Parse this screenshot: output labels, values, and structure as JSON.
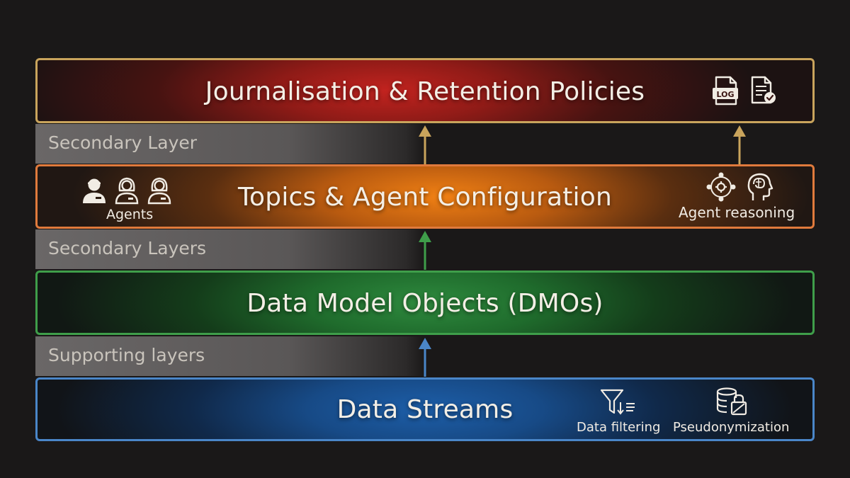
{
  "layers": {
    "journalisation": {
      "title": "Journalisation & Retention Policies",
      "icons": [
        "log-file-icon",
        "document-check-icon"
      ]
    },
    "topics": {
      "title": "Topics & Agent Configuration",
      "agents_caption": "Agents",
      "reasoning_caption": "Agent reasoning",
      "icons": [
        "agent-male-icon",
        "agent-female-icon",
        "agent-female-icon",
        "network-gear-icon",
        "brain-head-icon"
      ]
    },
    "dmo": {
      "title": "Data Model Objects (DMOs)"
    },
    "streams": {
      "title": "Data Streams",
      "filtering_caption": "Data filtering",
      "pseudonymization_caption": "Pseudonymization",
      "icons": [
        "filter-funnel-icon",
        "database-lock-icon"
      ]
    }
  },
  "bands": {
    "secondary_layer": "Secondary Layer",
    "secondary_layers": "Secondary Layers",
    "supporting_layers": "Supporting layers"
  },
  "colors": {
    "journalisation": "#c2231f",
    "topics": "#f08014",
    "dmo": "#2e8a3e",
    "streams": "#1d5ea8",
    "gold_arrow": "#c9a45c"
  }
}
